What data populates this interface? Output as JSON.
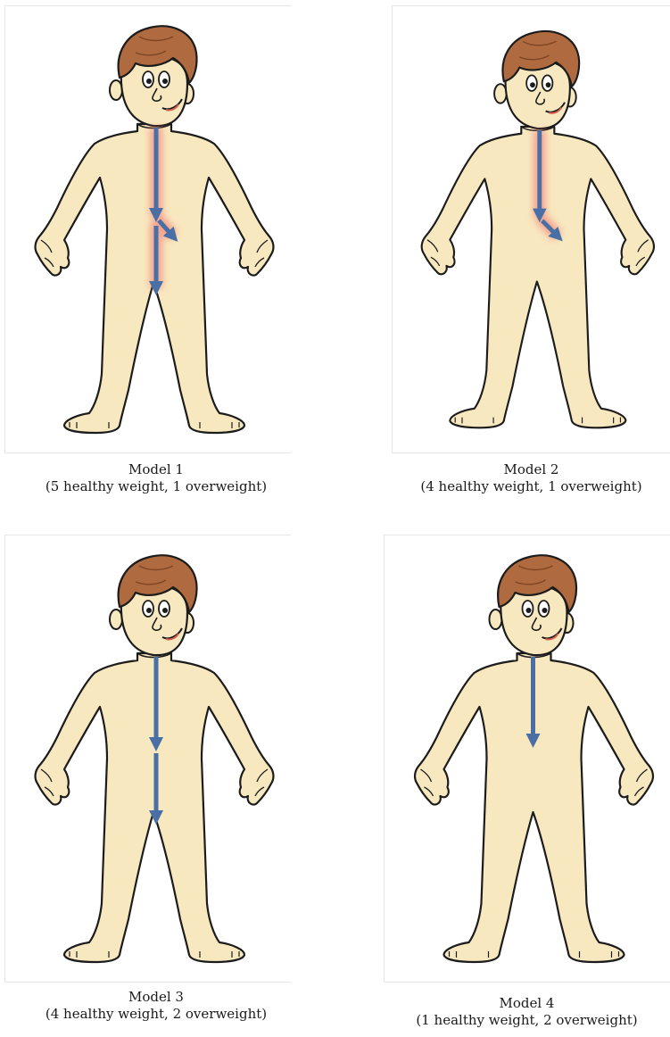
{
  "colors": {
    "skin": "#f8e8bf",
    "outline": "#1c1c1c",
    "hair": "#b06a3f",
    "arrow": "#4a6fa5",
    "glow": "#f26a6a",
    "mouth": "#d8604e"
  },
  "models": [
    {
      "title": "Model 1",
      "subtitle": "(5 healthy weight, 1 overweight)",
      "icon": "human-body-figure",
      "arrows": "down-branch-down"
    },
    {
      "title": "Model 2",
      "subtitle": "(4 healthy weight, 1 overweight)",
      "icon": "human-body-figure",
      "arrows": "down-branch"
    },
    {
      "title": "Model 3",
      "subtitle": "(4 healthy weight, 2 overweight)",
      "icon": "human-body-figure",
      "arrows": "down-down"
    },
    {
      "title": "Model 4",
      "subtitle": "(1 healthy weight, 2 overweight)",
      "icon": "human-body-figure",
      "arrows": "down"
    }
  ]
}
